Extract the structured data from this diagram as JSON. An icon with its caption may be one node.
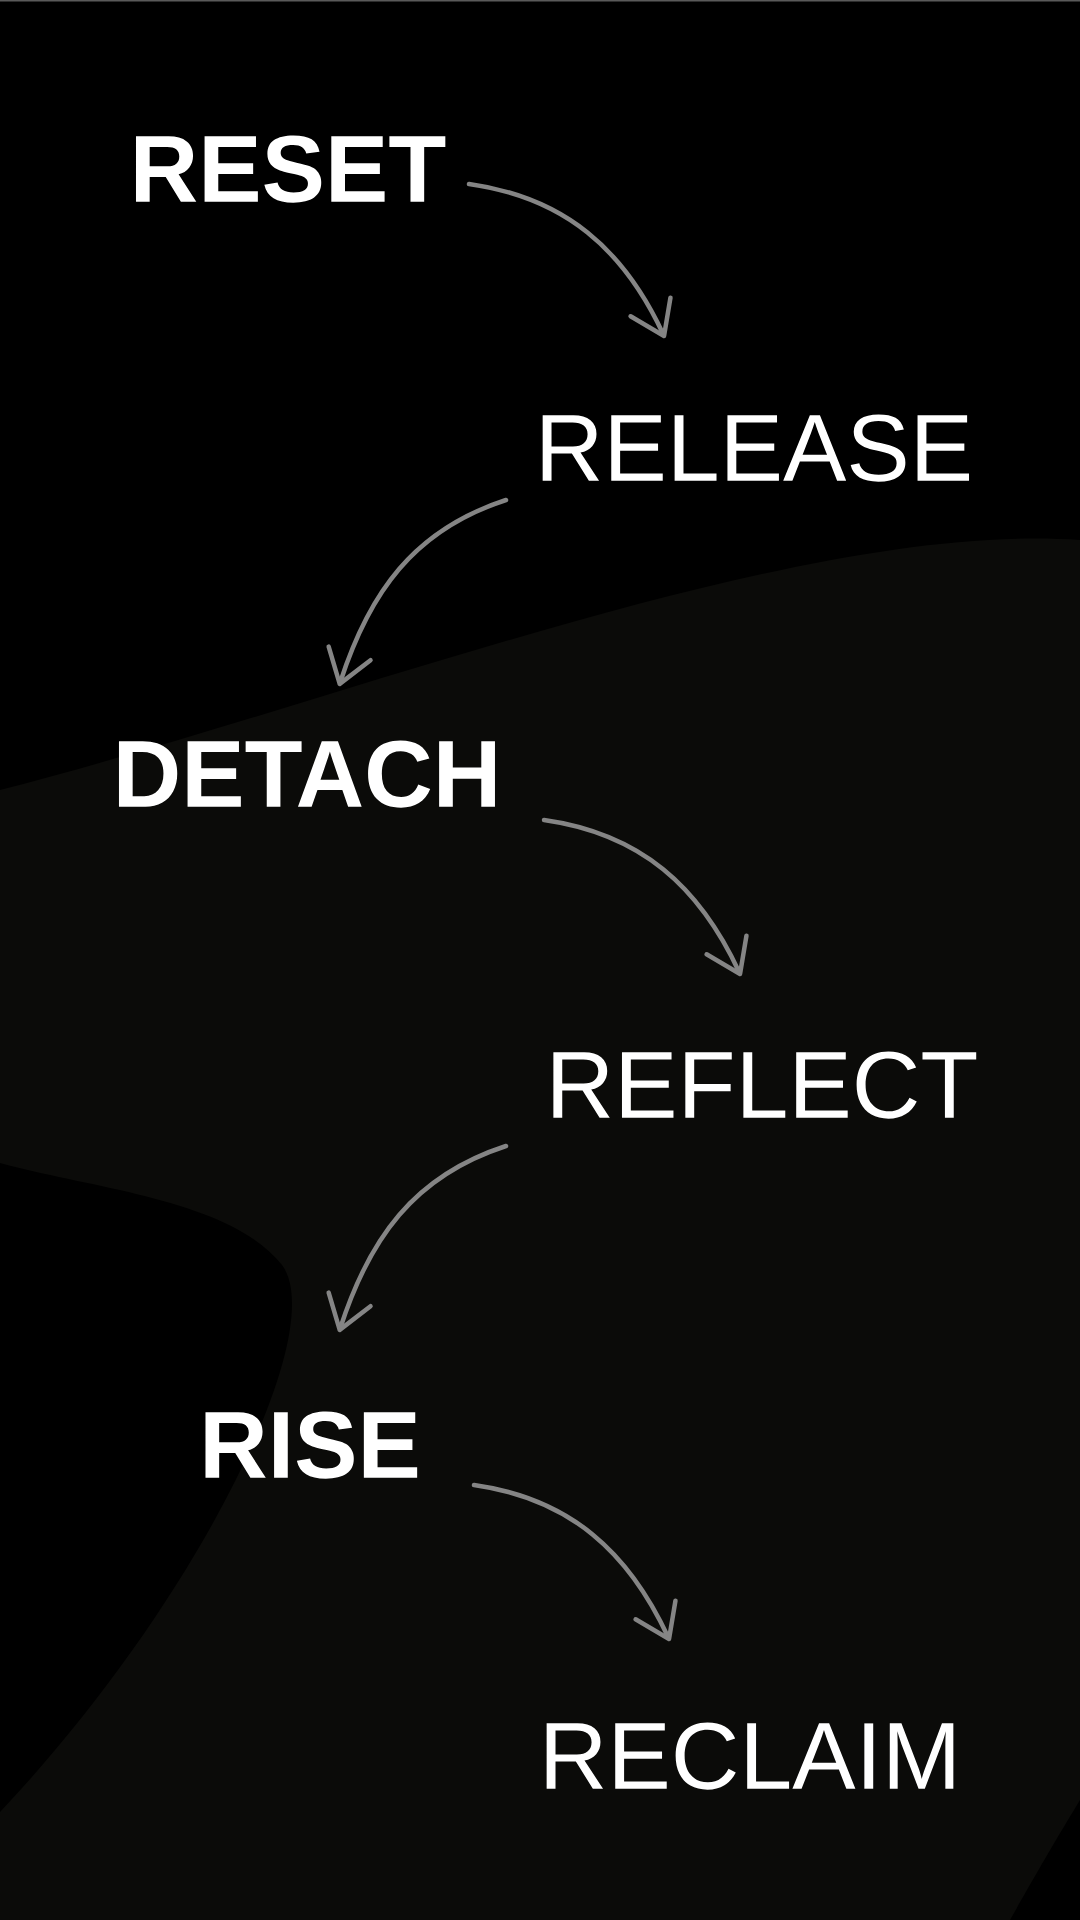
{
  "diagram": {
    "nodes": [
      {
        "text": [
          "RESET"
        ]
      },
      {
        "text": [
          "RELEASE"
        ]
      },
      {
        "text": [
          "DETACH"
        ]
      },
      {
        "text": [
          "REFLECT"
        ]
      },
      {
        "text": [
          "RISE"
        ]
      },
      {
        "text": [
          "RECLAIM"
        ]
      }
    ],
    "edges": [
      {
        "from": 0,
        "to": 1,
        "arrow": "to"
      },
      {
        "from": 1,
        "to": 2,
        "arrow": "to"
      },
      {
        "from": 2,
        "to": 3,
        "arrow": "to"
      },
      {
        "from": 3,
        "to": 4,
        "arrow": "to"
      },
      {
        "from": 4,
        "to": 5,
        "arrow": "to"
      }
    ]
  }
}
